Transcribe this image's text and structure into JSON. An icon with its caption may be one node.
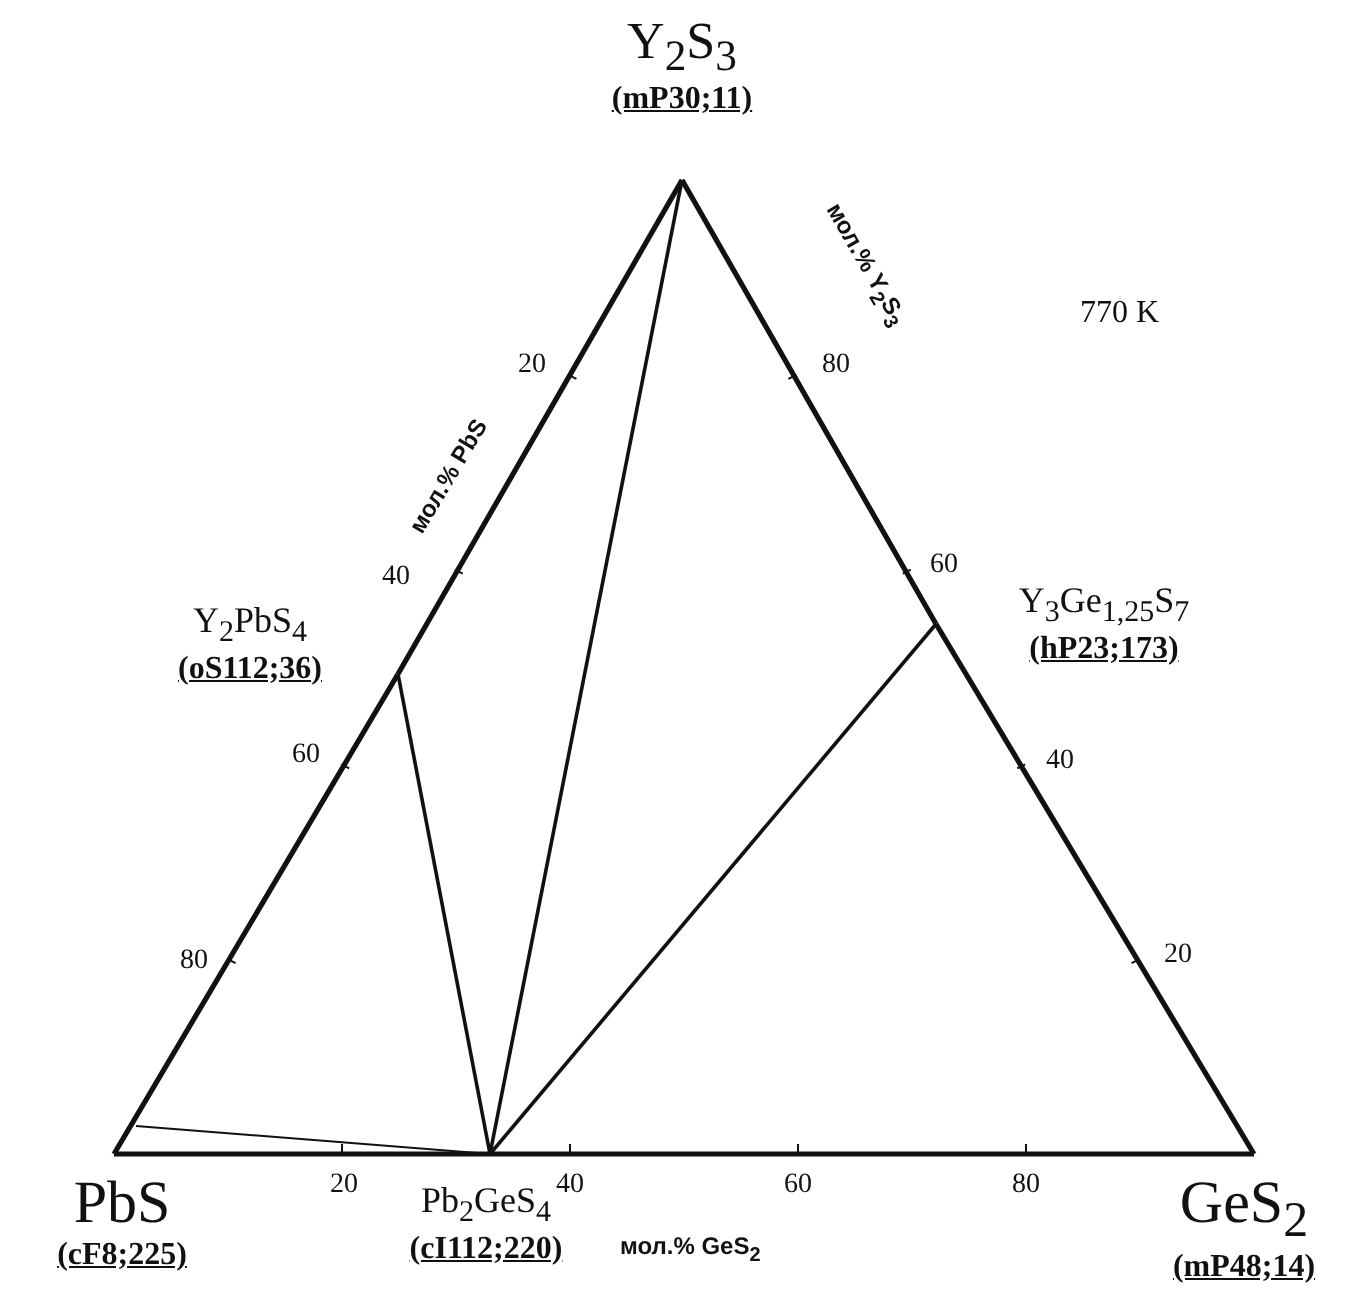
{
  "diagram": {
    "nodes": [
      {
        "text": [
          "Y$_{2}$S$_{3}$",
          "(mP30;11)"
        ]
      },
      {
        "text": [
          "Y$_{2}$PbS$_{4}$",
          "(oS112;36)"
        ]
      },
      {
        "text": [
          "Y$_{3}$Ge$_{1,25}$S$_{7}$",
          "(hP23;173)"
        ]
      },
      {
        "text": [
          "PbS",
          "(cF8;225)"
        ]
      },
      {
        "text": [
          "Pb$_{2}$GeS$_{4}$",
          "(cI112;220)"
        ]
      },
      {
        "text": [
          "GeS$_{2}$",
          "(mP48;14)"
        ]
      }
    ],
    "edges": [
      {
        "from": 0,
        "to": 1,
        "arrow": "none"
      },
      {
        "from": 1,
        "to": 3,
        "arrow": "none"
      },
      {
        "from": 0,
        "to": 2,
        "arrow": "none"
      },
      {
        "from": 2,
        "to": 5,
        "arrow": "none"
      },
      {
        "from": 3,
        "to": 4,
        "arrow": "none"
      },
      {
        "from": 4,
        "to": 5,
        "arrow": "none"
      },
      {
        "from": 3,
        "to": 4,
        "arrow": "none"
      },
      {
        "from": 1,
        "to": 4,
        "arrow": "none"
      },
      {
        "from": 0,
        "to": 4,
        "arrow": "none"
      },
      {
        "from": 2,
        "to": 4,
        "arrow": "none"
      }
    ],
    "labels": [
      "мол.% PbS",
      "20",
      "40",
      "60",
      "80",
      "мол.% Y$_{2}$S$_{3}$",
      "770 K",
      "80",
      "60",
      "40",
      "20",
      "20",
      "40",
      "60",
      "80",
      "мол.% GeS$_{2}$"
    ]
  }
}
